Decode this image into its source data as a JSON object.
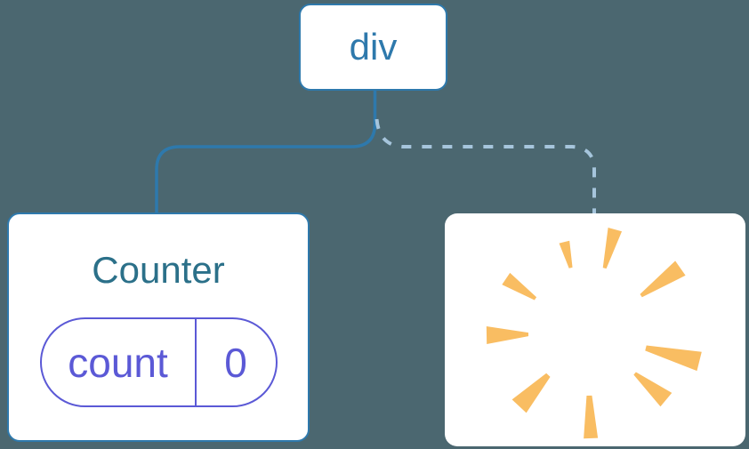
{
  "diagram": {
    "root": {
      "label": "div"
    },
    "counter": {
      "title": "Counter",
      "state": {
        "key": "count",
        "value": "0"
      }
    },
    "removed": {
      "icon": "poof-icon"
    },
    "edges": {
      "solid": "parent-to-counter",
      "dashed": "parent-to-removed-child"
    }
  },
  "colors": {
    "background": "#4B6770",
    "card_background": "#FFFFFF",
    "node_border": "#2E79AC",
    "node_text": "#2E79AC",
    "counter_title": "#2B7089",
    "state_pill": "#5B59D6",
    "dashed_edge": "#A6C5DC",
    "poof": "#F9BD62"
  }
}
